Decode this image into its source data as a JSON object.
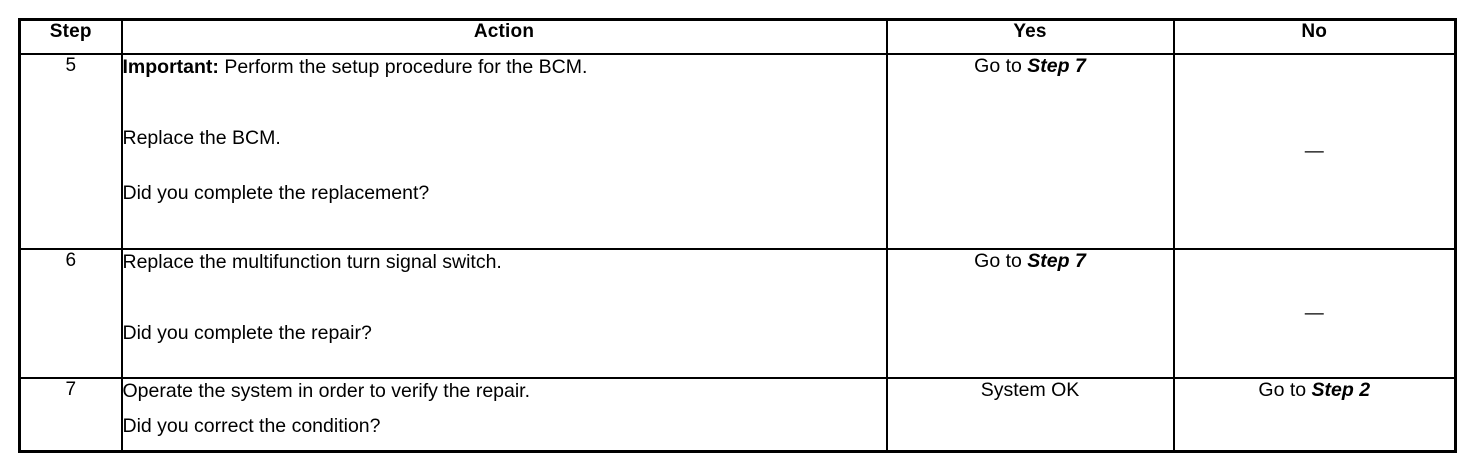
{
  "table": {
    "headers": {
      "step": "Step",
      "action": "Action",
      "yes": "Yes",
      "no": "No"
    },
    "rows": [
      {
        "step": "5",
        "action_lines": [
          {
            "bold_prefix": "Important:",
            "text": " Perform the setup procedure for the BCM."
          },
          {
            "bold_prefix": "",
            "text": "Replace the BCM."
          },
          {
            "bold_prefix": "",
            "text": "Did you complete the replacement?"
          }
        ],
        "yes": {
          "prefix": "Go to ",
          "ref": "Step 7"
        },
        "no": {
          "prefix": "",
          "ref": "",
          "dash": "—"
        }
      },
      {
        "step": "6",
        "action_lines": [
          {
            "bold_prefix": "",
            "text": "Replace the multifunction turn signal switch."
          },
          {
            "bold_prefix": "",
            "text": "Did you complete the repair?"
          }
        ],
        "yes": {
          "prefix": "Go to ",
          "ref": "Step 7"
        },
        "no": {
          "prefix": "",
          "ref": "",
          "dash": "—"
        }
      },
      {
        "step": "7",
        "action_lines": [
          {
            "bold_prefix": "",
            "text": "Operate the system in order to verify the repair."
          },
          {
            "bold_prefix": "",
            "text": "Did you correct the condition?"
          }
        ],
        "yes": {
          "prefix": "System OK",
          "ref": ""
        },
        "no": {
          "prefix": "Go to ",
          "ref": "Step 2"
        }
      }
    ]
  },
  "colors": {
    "background": "#ffffff",
    "ink": "#000000",
    "border": "#000000"
  }
}
